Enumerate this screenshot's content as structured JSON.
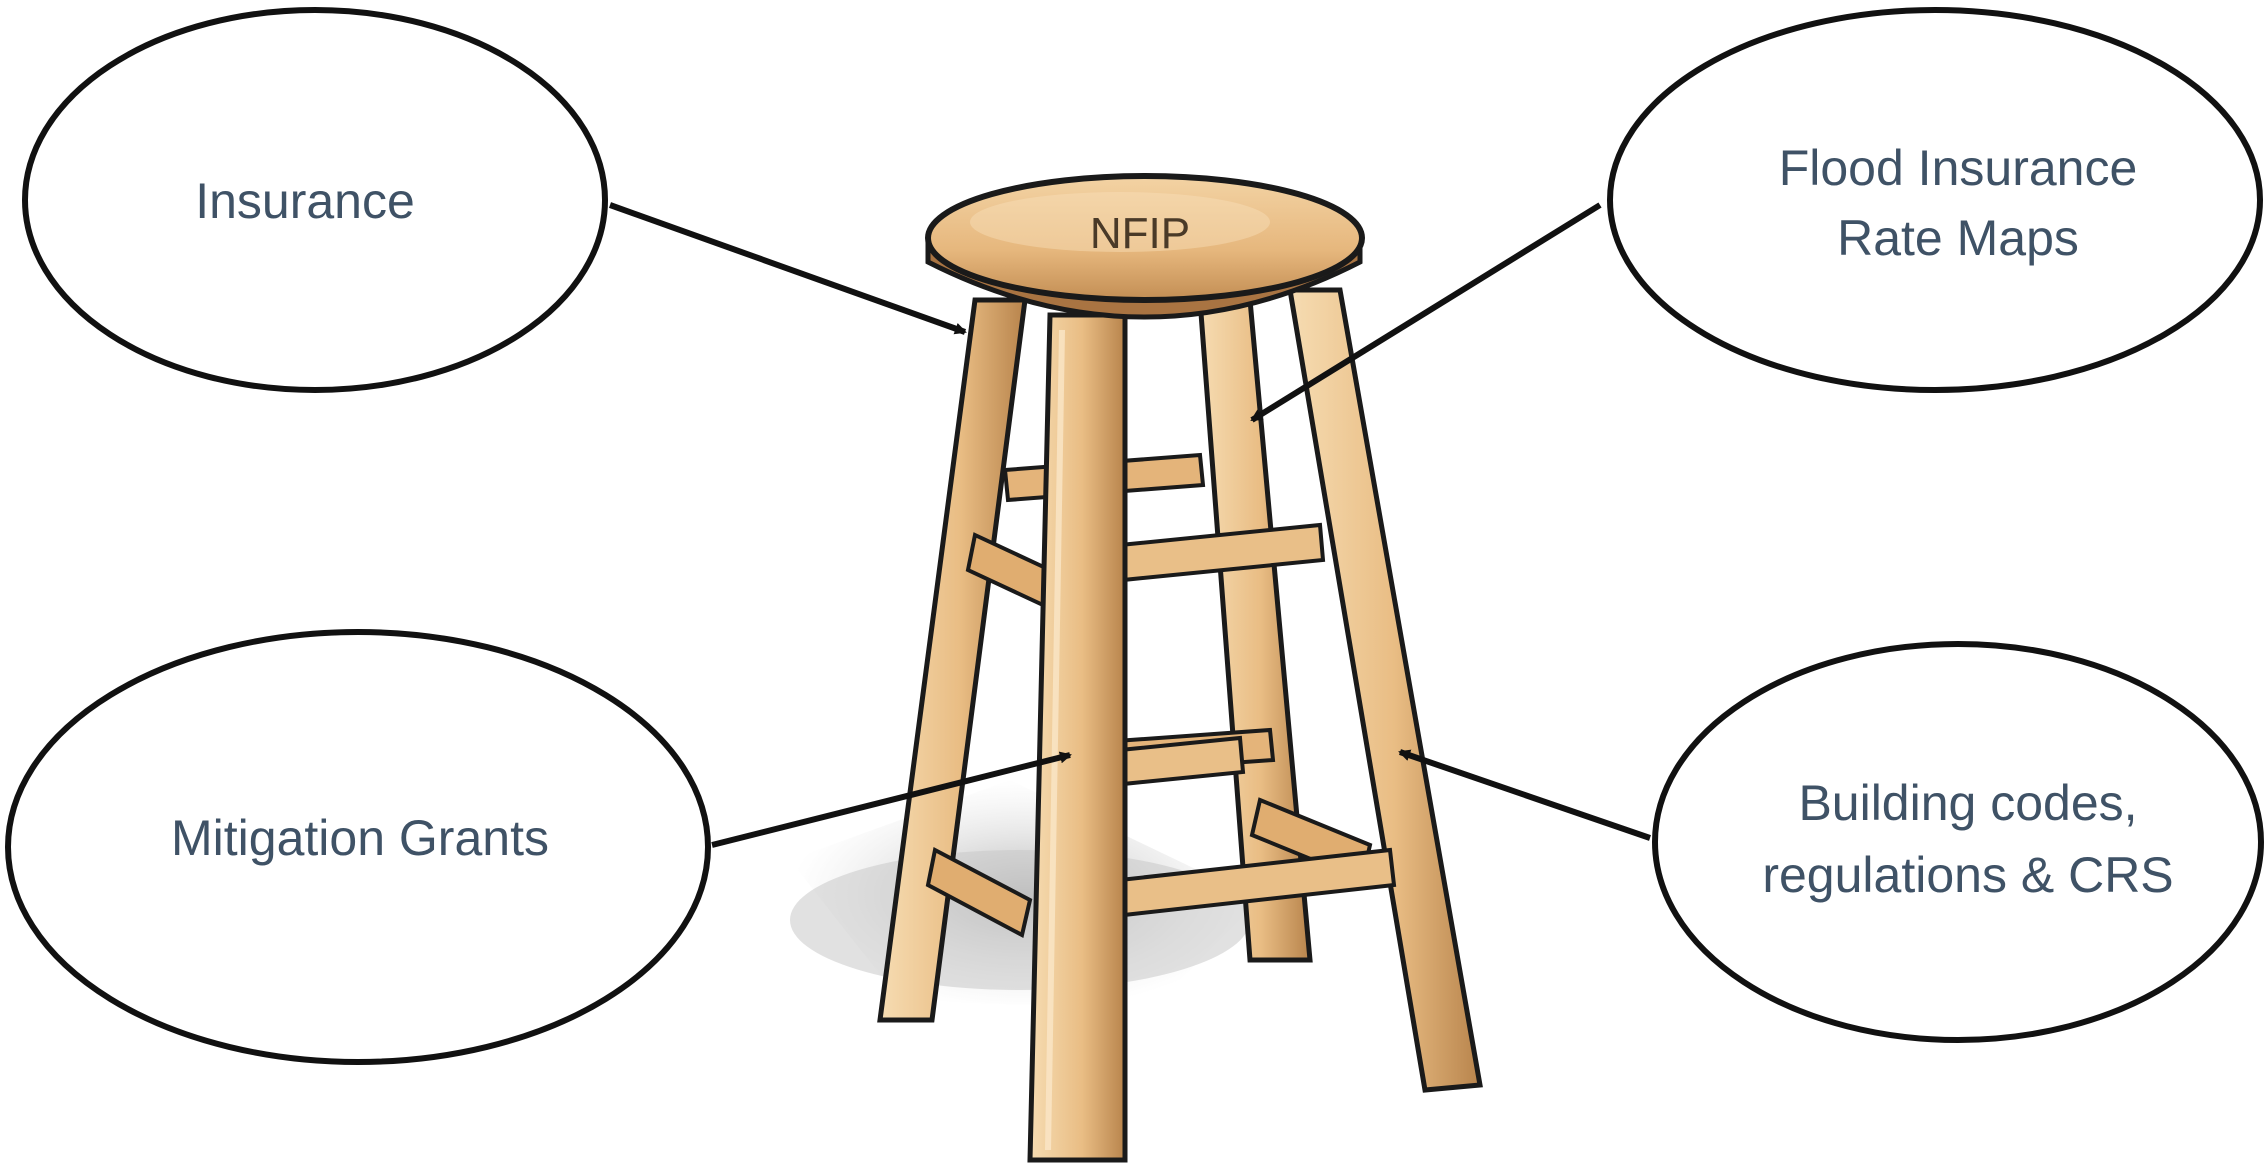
{
  "center": {
    "label": "NFIP"
  },
  "pillars": [
    {
      "id": "insurance",
      "lines": [
        "Insurance"
      ]
    },
    {
      "id": "flood-maps",
      "lines": [
        "Flood Insurance",
        "Rate Maps"
      ]
    },
    {
      "id": "mitigation-grants",
      "lines": [
        "Mitigation Grants"
      ]
    },
    {
      "id": "building-codes",
      "lines": [
        "Building codes,",
        "regulations & CRS"
      ]
    }
  ],
  "colors": {
    "text": "#3f5266",
    "oval_stroke": "#111111",
    "wood_light": "#f2cf9c",
    "wood_mid": "#d9a86c",
    "wood_dark": "#8a5a2b",
    "outline": "#1a1a1a",
    "shadow": "#b9b9b9"
  }
}
